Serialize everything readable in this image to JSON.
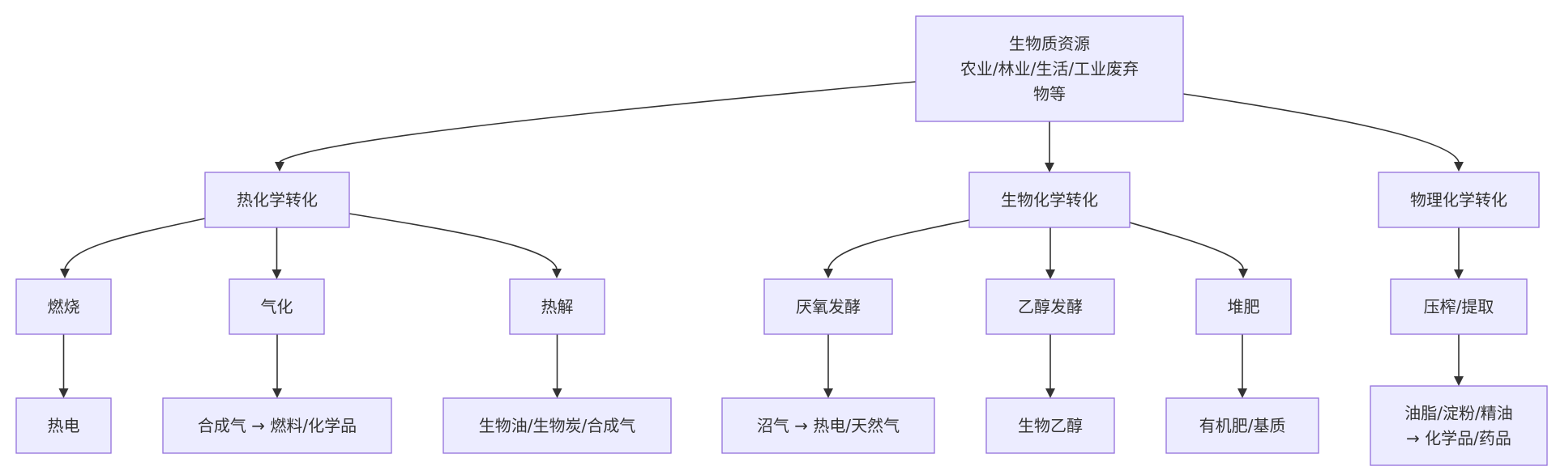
{
  "nodes": {
    "root": {
      "lines": [
        "生物质资源",
        "农业/林业/生活/工业废弃",
        "物等"
      ]
    },
    "thermo": {
      "lines": [
        "热化学转化"
      ]
    },
    "bio": {
      "lines": [
        "生物化学转化"
      ]
    },
    "phys": {
      "lines": [
        "物理化学转化"
      ]
    },
    "burn": {
      "lines": [
        "燃烧"
      ]
    },
    "gasify": {
      "lines": [
        "气化"
      ]
    },
    "pyro": {
      "lines": [
        "热解"
      ]
    },
    "anaer": {
      "lines": [
        "厌氧发酵"
      ]
    },
    "ethferm": {
      "lines": [
        "乙醇发酵"
      ]
    },
    "compost": {
      "lines": [
        "堆肥"
      ]
    },
    "press": {
      "lines": [
        "压榨/提取"
      ]
    },
    "heatpower": {
      "lines": [
        "热电"
      ]
    },
    "syngas": {
      "lines": [
        "合成气 → 燃料/化学品"
      ]
    },
    "biooil": {
      "lines": [
        "生物油/生物炭/合成气"
      ]
    },
    "biogas": {
      "lines": [
        "沼气 → 热电/天然气"
      ]
    },
    "bioethanol": {
      "lines": [
        "生物乙醇"
      ]
    },
    "fertilizer": {
      "lines": [
        "有机肥/基质"
      ]
    },
    "oils": {
      "lines": [
        "油脂/淀粉/精油",
        "→ 化学品/药品"
      ]
    }
  },
  "edges": [
    [
      "root",
      "thermo"
    ],
    [
      "root",
      "bio"
    ],
    [
      "root",
      "phys"
    ],
    [
      "thermo",
      "burn"
    ],
    [
      "thermo",
      "gasify"
    ],
    [
      "thermo",
      "pyro"
    ],
    [
      "bio",
      "anaer"
    ],
    [
      "bio",
      "ethferm"
    ],
    [
      "bio",
      "compost"
    ],
    [
      "phys",
      "press"
    ],
    [
      "burn",
      "heatpower"
    ],
    [
      "gasify",
      "syngas"
    ],
    [
      "pyro",
      "biooil"
    ],
    [
      "anaer",
      "biogas"
    ],
    [
      "ethferm",
      "bioethanol"
    ],
    [
      "compost",
      "fertilizer"
    ],
    [
      "press",
      "oils"
    ]
  ]
}
